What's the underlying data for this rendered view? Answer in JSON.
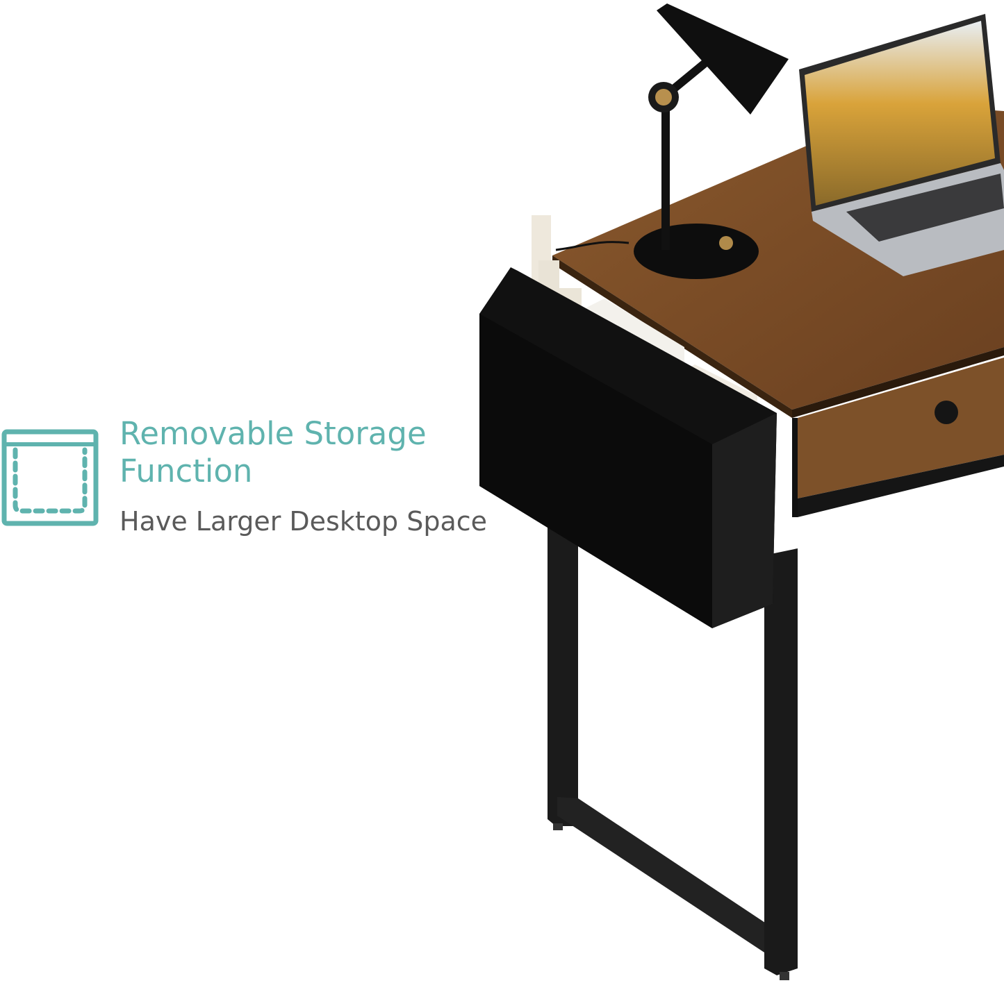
{
  "feature": {
    "title_line1": "Removable Storage",
    "title_line2": "Function",
    "subtitle": "Have Larger Desktop Space",
    "icon": "storage-bag-icon",
    "accent_color": "#5fb3ae",
    "subtitle_color": "#5a5a5a"
  },
  "product": {
    "image": "desk-with-storage-bag-lamp-laptop"
  }
}
